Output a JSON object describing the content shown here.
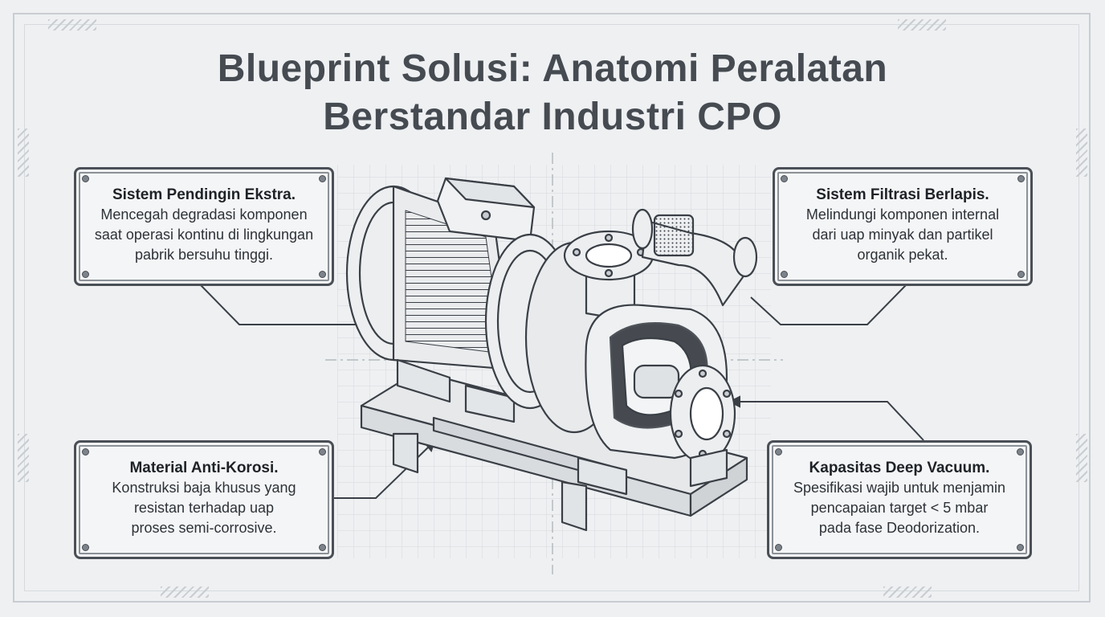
{
  "title": {
    "line1": "Blueprint Solusi: Anatomi Peralatan",
    "line2": "Berstandar Industri CPO"
  },
  "callouts": [
    {
      "id": "cooling",
      "title": "Sistem Pendingin Ekstra.",
      "lines": [
        "Mencegah degradasi komponen",
        "saat operasi kontinu di lingkungan",
        "pabrik bersuhu tinggi."
      ]
    },
    {
      "id": "filtration",
      "title": "Sistem Filtrasi Berlapis.",
      "lines": [
        "Melindungi komponen internal",
        "dari uap minyak dan partikel",
        "organik pekat."
      ]
    },
    {
      "id": "material",
      "title": "Material Anti-Korosi.",
      "lines": [
        "Konstruksi baja khusus yang",
        "resistan terhadap uap",
        "proses semi-corrosive."
      ]
    },
    {
      "id": "vacuum",
      "title": "Kapasitas Deep Vacuum.",
      "lines": [
        "Spesifikasi wajib untuk menjamin",
        "pencapaian target < 5 mbar",
        "pada fase Deodorization."
      ]
    }
  ],
  "colors": {
    "background": "#eef0f2",
    "ink": "#3a3f46",
    "frame": "#4a4f56"
  },
  "icons": [
    "centrifugal-pump-illustration"
  ]
}
